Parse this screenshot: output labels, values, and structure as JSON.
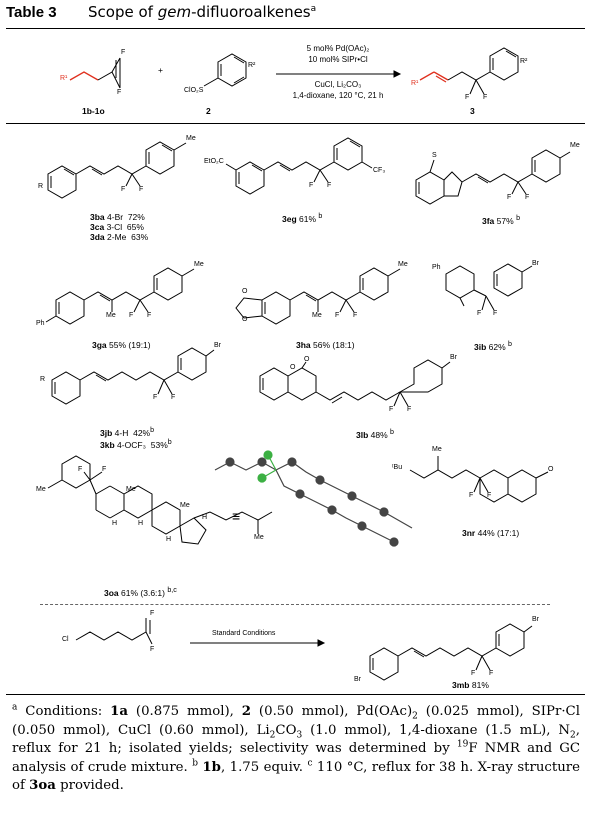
{
  "header": {
    "label": "Table 3",
    "title_prefix": "Scope of ",
    "title_italic": "gem",
    "title_suffix": "-difluoroalkenes",
    "title_note": "a"
  },
  "scheme": {
    "reactant1_label": "1b-1o",
    "reactant2_label": "2",
    "product_label": "3",
    "plus": "+",
    "cond_line1": "5 mol% Pd(OAc)₂",
    "cond_line2": "10 mol% SIPr•Cl",
    "cond_line3": "CuCl, Li₂CO₃",
    "cond_line4": "1,4-dioxane, 120 °C, 21 h",
    "atoms": {
      "R1": "R¹",
      "R2": "R²",
      "F": "F",
      "ClO2S": "ClO₂S"
    }
  },
  "compounds": [
    {
      "id": "3ba",
      "sub": "4-Br",
      "yield": "72%"
    },
    {
      "id": "3ca",
      "sub": "3-Cl",
      "yield": "65%"
    },
    {
      "id": "3da",
      "sub": "2-Me",
      "yield": "63%"
    },
    {
      "id": "3eg",
      "text": "61%",
      "note": "b"
    },
    {
      "id": "3fa",
      "text": "57%",
      "note": "b"
    },
    {
      "id": "3ga",
      "text": "55% (19:1)"
    },
    {
      "id": "3ha",
      "text": "56% (18:1)"
    },
    {
      "id": "3ib",
      "text": "62%",
      "note": "b"
    },
    {
      "id": "3jb",
      "sub": "4-H",
      "yield": "42%",
      "note": "b"
    },
    {
      "id": "3kb",
      "sub": "4-OCF₃",
      "yield": "53%",
      "note": "b"
    },
    {
      "id": "3lb",
      "text": "48%",
      "note": "b"
    },
    {
      "id": "3nr",
      "text": "44% (17:1)"
    },
    {
      "id": "3oa",
      "text": "61% (3.6:1)",
      "note": "b,c"
    },
    {
      "id": "3mb",
      "text": "81%"
    }
  ],
  "atoms": {
    "Me": "Me",
    "Br": "Br",
    "F": "F",
    "R": "R",
    "Ph": "Ph",
    "EtO2C": "EtO₂C",
    "CF3": "CF₃",
    "S": "S",
    "O": "O",
    "tBu": "ᵗBu",
    "H": "H",
    "Cl": "Cl",
    "equiv": "≡"
  },
  "arrow2_label": "Standard Conditions",
  "footnote": {
    "a_mark": "a",
    "a_text": "Conditions: ",
    "b_mark": "b",
    "c_mark": "c"
  },
  "colors": {
    "red_bond": "#e0301e",
    "text": "#000000",
    "crystal_green": "#3cb043"
  }
}
